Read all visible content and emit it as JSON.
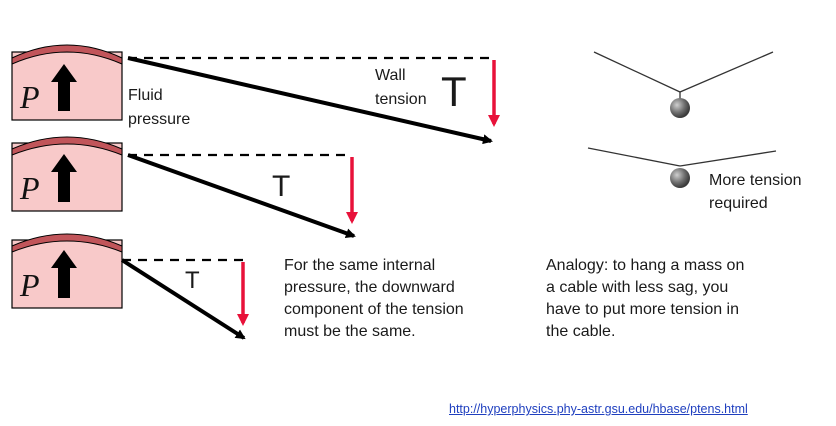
{
  "panels": [
    {
      "pressure_symbol": "P",
      "tension_label": "T"
    },
    {
      "pressure_symbol": "P",
      "tension_label": "T"
    },
    {
      "pressure_symbol": "P",
      "tension_label": "T"
    }
  ],
  "labels": {
    "fluid_pressure": [
      "Fluid",
      "pressure"
    ],
    "wall_tension": [
      "Wall",
      "tension"
    ],
    "more_tension": [
      "More tension",
      "required"
    ]
  },
  "notes": {
    "same_pressure": [
      "For the same internal",
      "pressure, the downward",
      "component of the tension",
      "must be the same."
    ],
    "analogy": [
      "Analogy: to hang a mass on",
      "a cable with less sag, you",
      "have to put more tension in",
      "the cable."
    ]
  },
  "source_link": "http://hyperphysics.phy-astr.gsu.edu/hbase/ptens.html",
  "colors": {
    "vessel_fill": "#f8c9c9",
    "vessel_wall": "#c1555a",
    "arrow_red": "#e8123a",
    "vector": "#000000",
    "mass": "#666666"
  }
}
